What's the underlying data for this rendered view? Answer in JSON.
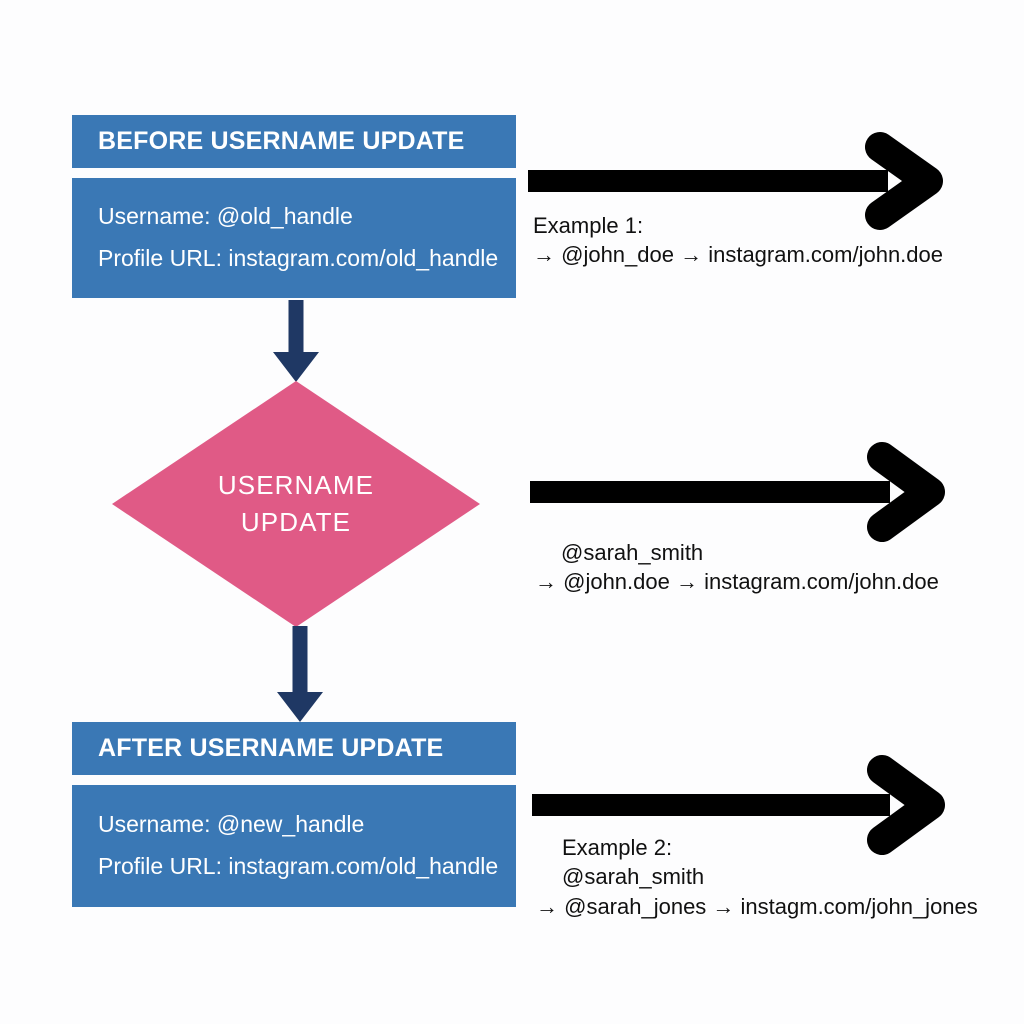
{
  "colors": {
    "blue_box": "#3a78b5",
    "pink_diamond": "#e05a86",
    "connector_navy": "#1f3864",
    "arrow_black": "#000000",
    "background": "#fdfdfe",
    "box_text": "#ffffff",
    "example_text": "#111111"
  },
  "before": {
    "header": "BEFORE USERNAME UPDATE",
    "username_line": "Username: @old_handle",
    "profile_url_line": "Profile URL: instagram.com/old_handle"
  },
  "decision": {
    "line1": "USERNAME",
    "line2": "UPDATE"
  },
  "after": {
    "header": "AFTER USERNAME UPDATE",
    "username_line": "Username: @new_handle",
    "profile_url_line": "Profile URL: instagram.com/old_handle"
  },
  "examples": [
    {
      "label": "Example 1:",
      "line2": "→ @john_doe → instagram.com/john.doe"
    },
    {
      "label": "@sarah_smith",
      "line2": "→ @john.doe → instagram.com/john.doe"
    },
    {
      "label": "Example 2:",
      "line2": "@sarah_smith",
      "line3": "→ @sarah_jones → instagm.com/john_jones"
    }
  ]
}
